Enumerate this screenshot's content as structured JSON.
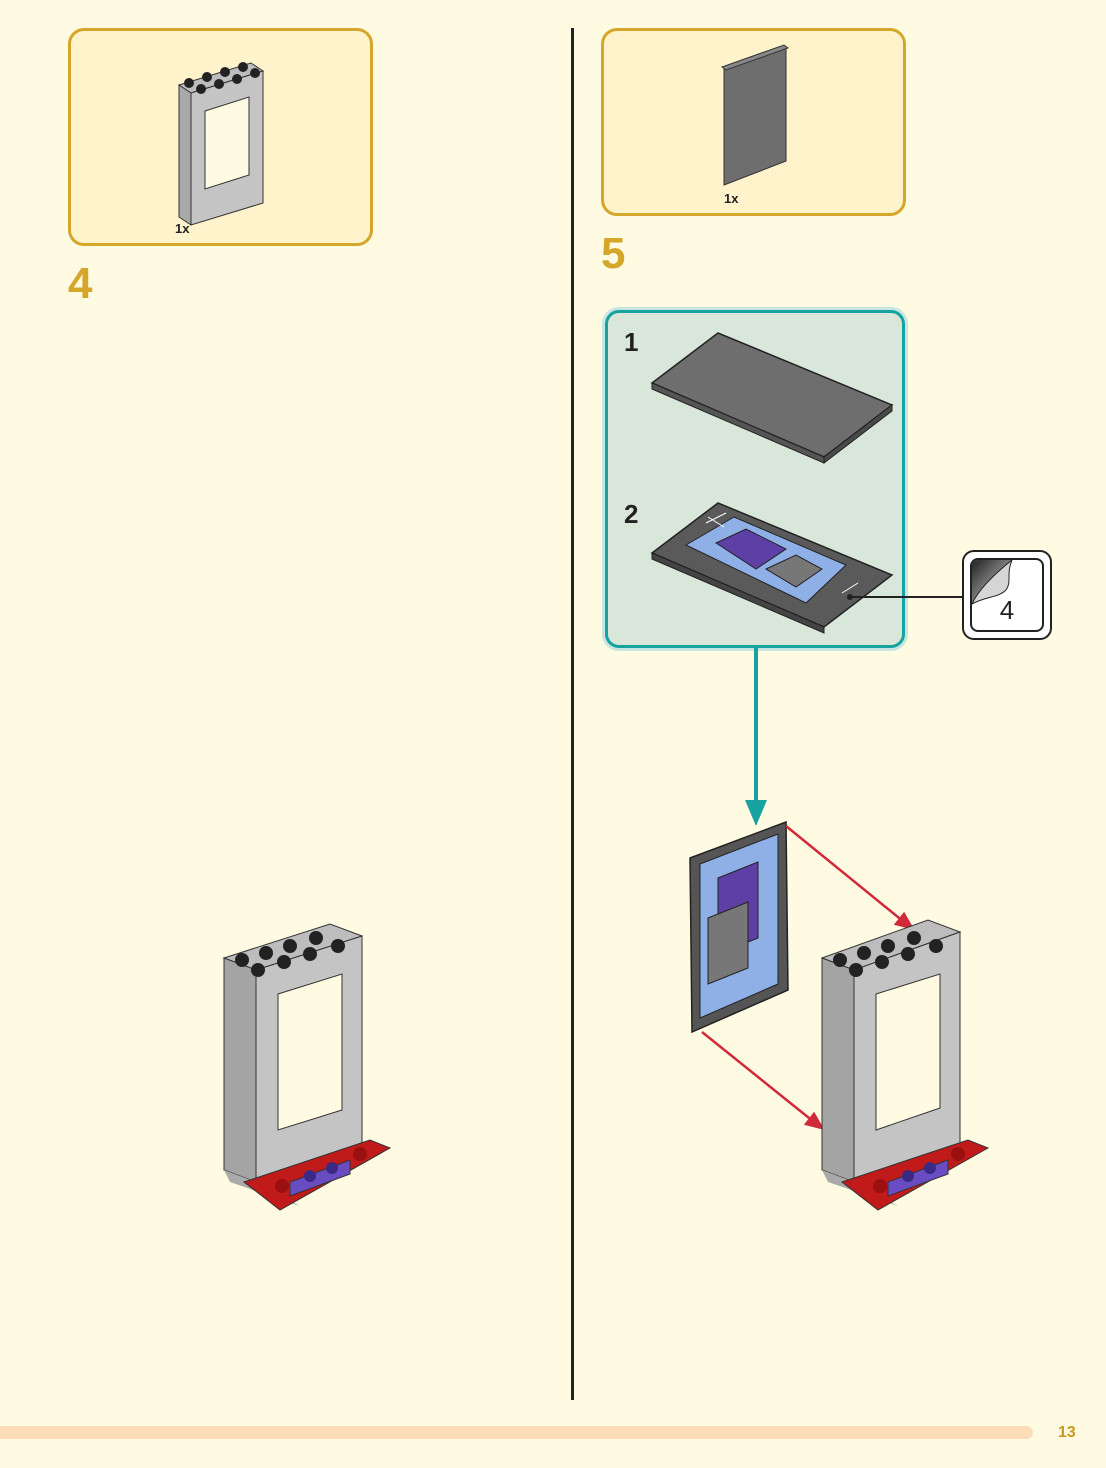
{
  "page": {
    "number": "13"
  },
  "steps": [
    {
      "number": "4",
      "parts": [
        {
          "name": "door-frame-1x4x6",
          "color": "light-gray",
          "quantity": "1x"
        }
      ]
    },
    {
      "number": "5",
      "parts": [
        {
          "name": "panel-1x4x6",
          "color": "dark-gray",
          "quantity": "1x"
        }
      ],
      "sub_assembly": {
        "steps": [
          {
            "number": "1"
          },
          {
            "number": "2"
          }
        ],
        "sticker": {
          "number": "4",
          "icon": "sticker-icon"
        }
      }
    }
  ],
  "colors": {
    "accent": "#d4a62a",
    "background": "#fffbe3",
    "parts_box": "#fff3cc",
    "sub_assembly_border": "#16a3a0",
    "sub_assembly_bg": "#d9e7db",
    "arrow_red": "#d12a3a",
    "footer_bar": "#fddcb8"
  }
}
